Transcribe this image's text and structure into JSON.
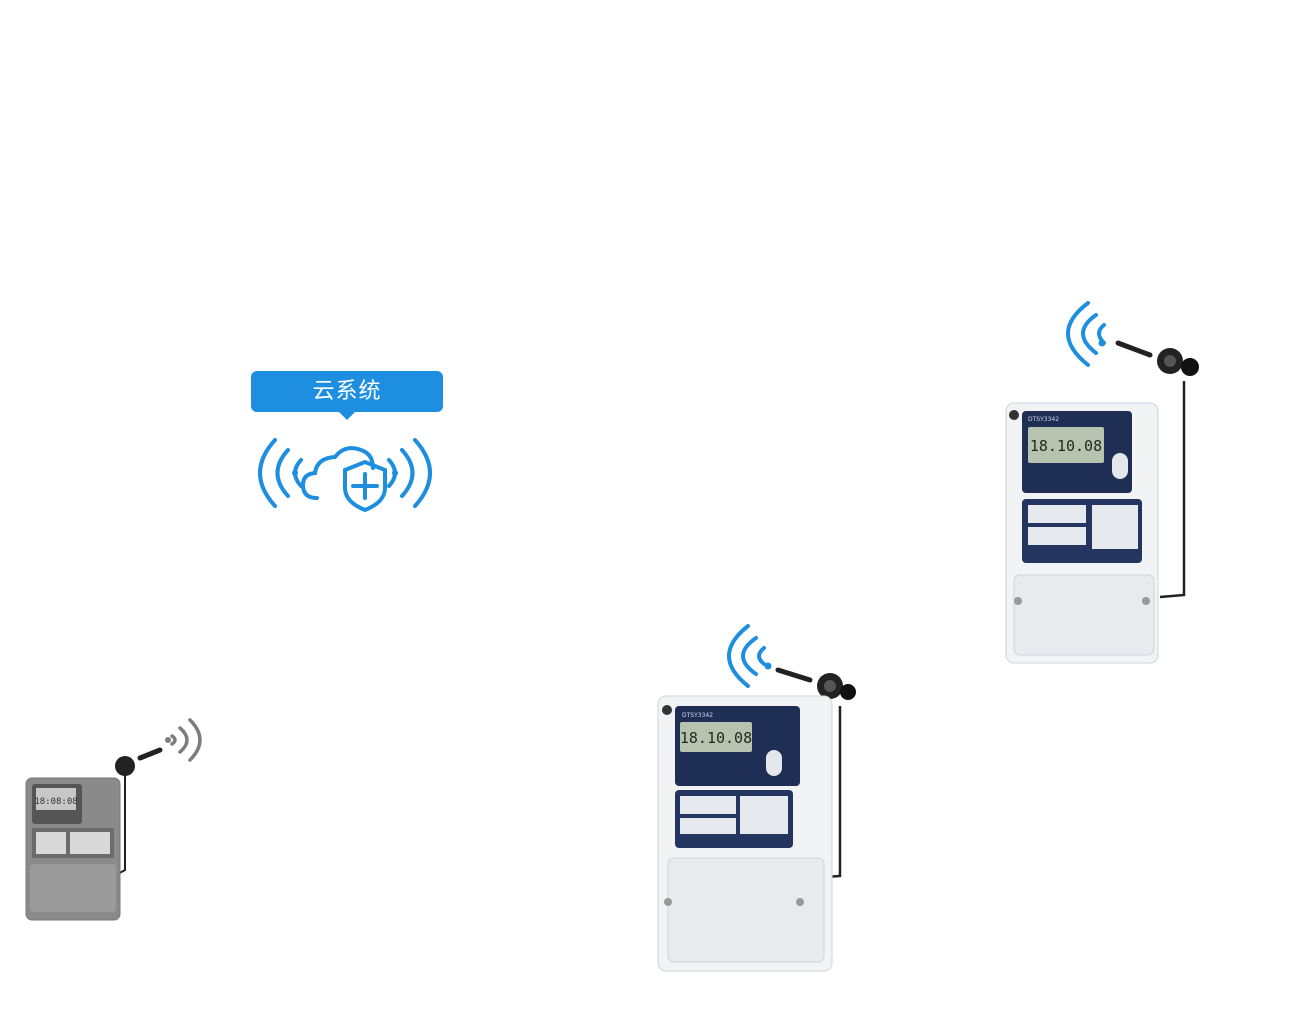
{
  "cloud": {
    "label": "云系统",
    "icon": "cloud-shield-icon",
    "accent": "#1e8fe0"
  },
  "meters": [
    {
      "id": "meter-left",
      "style": "grayscale",
      "display": "18:08:08",
      "icon": "electric-meter-icon"
    },
    {
      "id": "meter-center",
      "style": "color",
      "model": "DTSY3342",
      "display": "18.10.08",
      "icon": "electric-meter-icon"
    },
    {
      "id": "meter-right",
      "style": "color",
      "model": "DTSY3342",
      "display": "18.10.08",
      "icon": "electric-meter-icon"
    }
  ],
  "signal_icon": "wifi-signal-icon",
  "antenna_icon": "antenna-icon"
}
